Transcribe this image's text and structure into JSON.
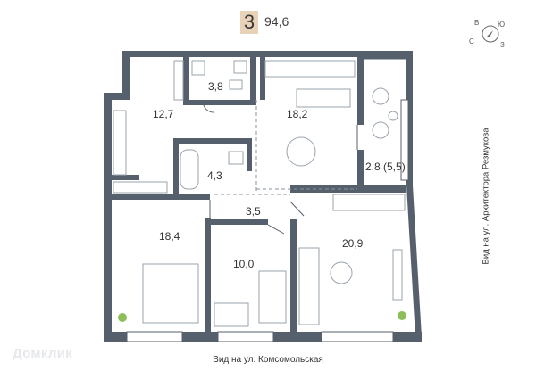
{
  "header": {
    "rooms": "3",
    "total_area": "94,6"
  },
  "compass": {
    "n": "В",
    "e": "Ю",
    "s": "З",
    "w": "С"
  },
  "rooms": {
    "bathroom_small": "3,8",
    "hall": "12,7",
    "kitchen": "18,2",
    "bathroom_large": "4,3",
    "balcony": "2,8 (5,5)",
    "corridor": "3,5",
    "bedroom_left": "18,4",
    "bedroom_middle": "10,0",
    "living_room": "20,9"
  },
  "views": {
    "bottom": "Вид на ул. Комсомольская",
    "right": "Вид на ул. Архитектора Резмукова"
  },
  "watermark": "Домклик",
  "colors": {
    "wall": "#56606d",
    "badge": "#e9d3b8",
    "furniture": "#9aa3ae"
  }
}
